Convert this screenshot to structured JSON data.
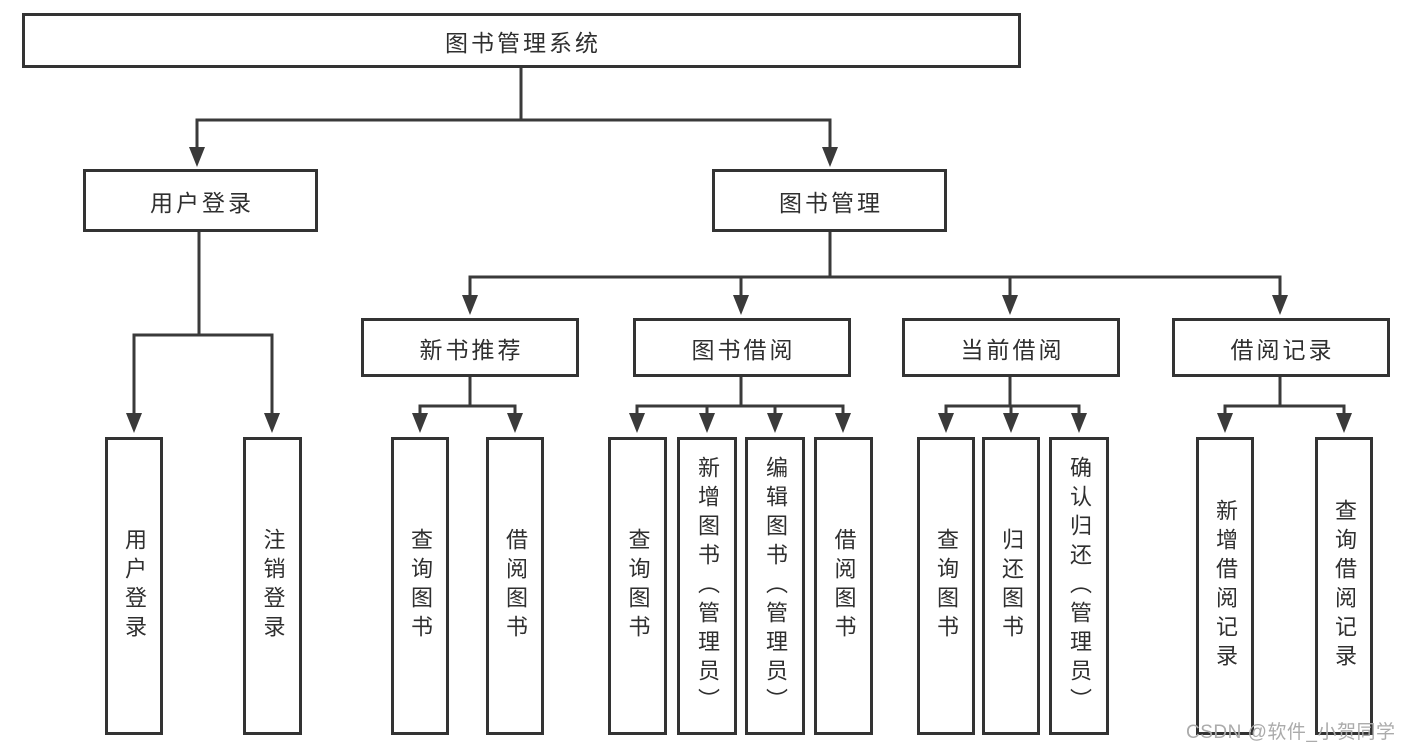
{
  "colors": {
    "line": "#3a3a3a",
    "box_border": "#333333",
    "text": "#2f2f2f",
    "watermark": "#ababab",
    "background": "#ffffff"
  },
  "watermark": "CSDN @软件_小贺同学",
  "nodes": {
    "root": {
      "label": "图书管理系统"
    },
    "user_login": {
      "label": "用户登录",
      "children": [
        "用户登录",
        "注销登录"
      ]
    },
    "book_mgmt": {
      "label": "图书管理"
    },
    "new_book_rec": {
      "label": "新书推荐",
      "children": [
        "查询图书",
        "借阅图书"
      ]
    },
    "book_borrow": {
      "label": "图书借阅",
      "children": [
        "查询图书",
        "新增图书（管理员）",
        "编辑图书（管理员）",
        "借阅图书"
      ]
    },
    "current_borrow": {
      "label": "当前借阅",
      "children": [
        "查询图书",
        "归还图书",
        "确认归还（管理员）"
      ]
    },
    "borrow_record": {
      "label": "借阅记录",
      "children": [
        "新增借阅记录",
        "查询借阅记录"
      ]
    }
  }
}
